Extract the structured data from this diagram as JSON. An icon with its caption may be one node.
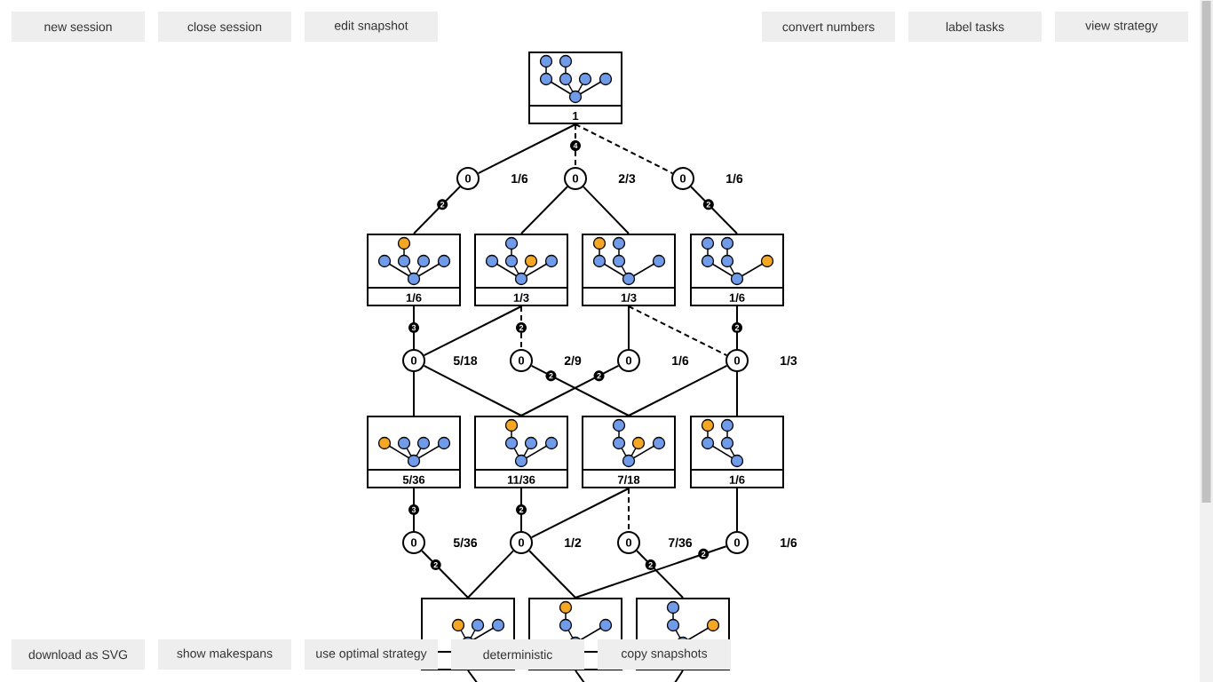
{
  "diagram": {
    "nodes": [
      {
        "text": [
          "1"
        ]
      },
      {
        "text": [
          "0"
        ],
        "beside": [
          "1/6"
        ]
      },
      {
        "text": [
          "0"
        ],
        "beside": [
          "2/3"
        ]
      },
      {
        "text": [
          "0"
        ],
        "beside": [
          "1/6"
        ]
      },
      {
        "text": [
          "1/6"
        ]
      },
      {
        "text": [
          "1/3"
        ]
      },
      {
        "text": [
          "1/3"
        ]
      },
      {
        "text": [
          "1/6"
        ]
      },
      {
        "text": [
          "0"
        ],
        "beside": [
          "5/18"
        ]
      },
      {
        "text": [
          "0"
        ],
        "beside": [
          "2/9"
        ]
      },
      {
        "text": [
          "0"
        ],
        "beside": [
          "1/6"
        ]
      },
      {
        "text": [
          "0"
        ],
        "beside": [
          "1/3"
        ]
      },
      {
        "text": [
          "5/36"
        ]
      },
      {
        "text": [
          "11/36"
        ]
      },
      {
        "text": [
          "7/18"
        ]
      },
      {
        "text": [
          "1/6"
        ]
      },
      {
        "text": [
          "0"
        ],
        "beside": [
          "5/36"
        ]
      },
      {
        "text": [
          "0"
        ],
        "beside": [
          "1/2"
        ]
      },
      {
        "text": [
          "0"
        ],
        "beside": [
          "7/36"
        ]
      },
      {
        "text": [
          "0"
        ],
        "beside": [
          "1/6"
        ]
      },
      {
        "text": [],
        "shape": "box"
      },
      {
        "text": [],
        "shape": "box"
      },
      {
        "text": [],
        "shape": "box"
      }
    ],
    "edges": [
      {
        "from": 0,
        "to": 1,
        "arrow": "none"
      },
      {
        "from": 0,
        "to": 2,
        "arrow": "none",
        "style": "dashed",
        "label": "4"
      },
      {
        "from": 0,
        "to": 3,
        "arrow": "none",
        "style": "dashed"
      },
      {
        "from": 1,
        "to": 4,
        "arrow": "none",
        "label": "2"
      },
      {
        "from": 2,
        "to": 5,
        "arrow": "none"
      },
      {
        "from": 2,
        "to": 6,
        "arrow": "none"
      },
      {
        "from": 3,
        "to": 7,
        "arrow": "none",
        "label": "2"
      },
      {
        "from": 4,
        "to": 8,
        "arrow": "none",
        "label": "3"
      },
      {
        "from": 5,
        "to": 8,
        "arrow": "none"
      },
      {
        "from": 5,
        "to": 9,
        "arrow": "none",
        "style": "dashed",
        "label": "2"
      },
      {
        "from": 6,
        "to": 10,
        "arrow": "none"
      },
      {
        "from": 6,
        "to": 11,
        "arrow": "none",
        "style": "dashed"
      },
      {
        "from": 7,
        "to": 11,
        "arrow": "none",
        "label": "2"
      },
      {
        "from": 8,
        "to": 12,
        "arrow": "none"
      },
      {
        "from": 8,
        "to": 13,
        "arrow": "none"
      },
      {
        "from": 9,
        "to": 14,
        "arrow": "none",
        "label": "2"
      },
      {
        "from": 10,
        "to": 13,
        "arrow": "none",
        "label": "2"
      },
      {
        "from": 11,
        "to": 14,
        "arrow": "none"
      },
      {
        "from": 11,
        "to": 15,
        "arrow": "none"
      },
      {
        "from": 12,
        "to": 16,
        "arrow": "none",
        "label": "3"
      },
      {
        "from": 13,
        "to": 17,
        "arrow": "none",
        "label": "2"
      },
      {
        "from": 14,
        "to": 17,
        "arrow": "none"
      },
      {
        "from": 14,
        "to": 18,
        "arrow": "none",
        "style": "dashed"
      },
      {
        "from": 15,
        "to": 19,
        "arrow": "none"
      },
      {
        "from": 16,
        "to": 20,
        "arrow": "none",
        "label": "2"
      },
      {
        "from": 17,
        "to": 20,
        "arrow": "none"
      },
      {
        "from": 17,
        "to": 21,
        "arrow": "none"
      },
      {
        "from": 18,
        "to": 22,
        "arrow": "none",
        "label": "2"
      },
      {
        "from": 19,
        "to": 21,
        "arrow": "none",
        "label": "2"
      },
      {
        "from": 20,
        "to": null,
        "arrow": "none"
      },
      {
        "from": 21,
        "to": null,
        "arrow": "none"
      },
      {
        "from": 22,
        "to": null,
        "arrow": "none"
      }
    ],
    "labels": [
      "new session",
      "close session",
      "edit snapshot",
      "convert numbers",
      "label tasks",
      "view strategy",
      "download as SVG",
      "show makespans",
      "use optimal strategy",
      "deterministic",
      "copy snapshots"
    ]
  }
}
